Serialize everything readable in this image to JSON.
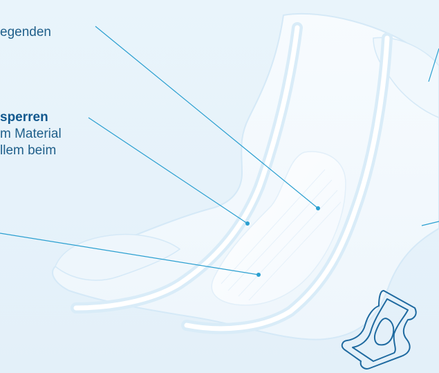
{
  "labels": {
    "top": {
      "text": "egenden"
    },
    "mid": {
      "title": "sperren",
      "line1": "m Material",
      "line2": "llem beim"
    }
  },
  "colors": {
    "background": "#e6f2fa",
    "text": "#1f5f8a",
    "title": "#11588e",
    "callout_line": "#2a9fd0",
    "pad_outline": "#cfe6f6",
    "icon_stroke": "#1f6aa0"
  },
  "icons": {
    "product_outline": "pad-outline-icon"
  }
}
